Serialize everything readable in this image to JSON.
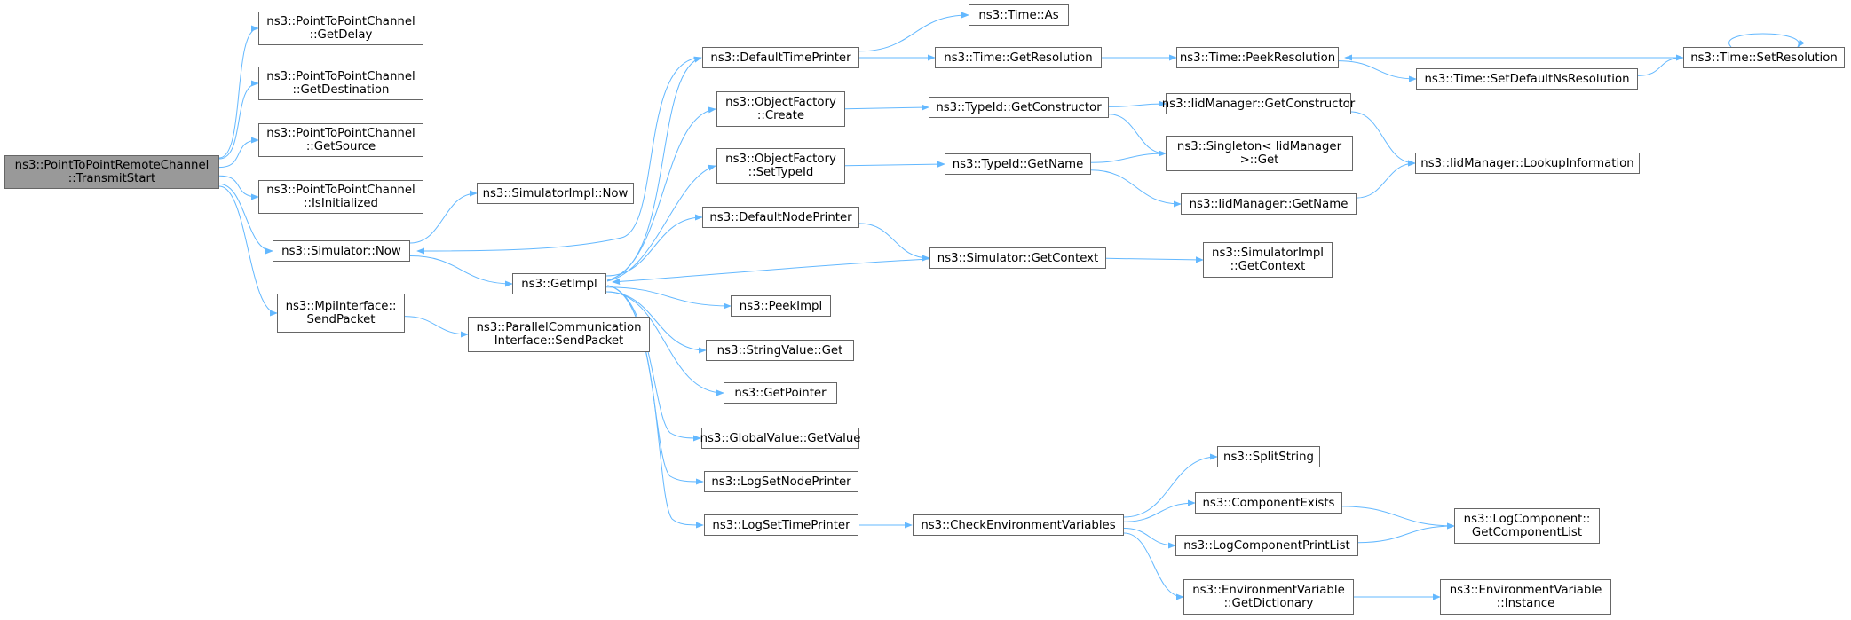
{
  "colors": {
    "edge": "#63B8FF",
    "node_border": "#666666",
    "root_fill": "#999999",
    "node_fill": "#FFFFFF",
    "text": "#000000"
  },
  "nodes": {
    "transmit_start": {
      "lines": [
        "ns3::PointToPointRemoteChannel",
        "::TransmitStart"
      ],
      "root": true
    },
    "p2p_getdelay": {
      "lines": [
        "ns3::PointToPointChannel",
        "::GetDelay"
      ]
    },
    "p2p_getdestination": {
      "lines": [
        "ns3::PointToPointChannel",
        "::GetDestination"
      ]
    },
    "p2p_getsource": {
      "lines": [
        "ns3::PointToPointChannel",
        "::GetSource"
      ]
    },
    "p2p_isinitialized": {
      "lines": [
        "ns3::PointToPointChannel",
        "::IsInitialized"
      ]
    },
    "simulator_now": {
      "lines": [
        "ns3::Simulator::Now"
      ]
    },
    "mpi_sendpacket": {
      "lines": [
        "ns3::MpiInterface::",
        "SendPacket"
      ]
    },
    "simimpl_now": {
      "lines": [
        "ns3::SimulatorImpl::Now"
      ]
    },
    "getimpl": {
      "lines": [
        "ns3::GetImpl"
      ]
    },
    "parallel_sendpacket": {
      "lines": [
        "ns3::ParallelCommunication",
        "Interface::SendPacket"
      ]
    },
    "default_time_printer": {
      "lines": [
        "ns3::DefaultTimePrinter"
      ]
    },
    "objfactory_create": {
      "lines": [
        "ns3::ObjectFactory",
        "::Create"
      ]
    },
    "objfactory_settypeid": {
      "lines": [
        "ns3::ObjectFactory",
        "::SetTypeId"
      ]
    },
    "default_node_printer": {
      "lines": [
        "ns3::DefaultNodePrinter"
      ]
    },
    "peekimpl": {
      "lines": [
        "ns3::PeekImpl"
      ]
    },
    "stringvalue_get": {
      "lines": [
        "ns3::StringValue::Get"
      ]
    },
    "getpointer": {
      "lines": [
        "ns3::GetPointer"
      ]
    },
    "globalvalue_getvalue": {
      "lines": [
        "ns3::GlobalValue::GetValue"
      ]
    },
    "logsetnodeprinter": {
      "lines": [
        "ns3::LogSetNodePrinter"
      ]
    },
    "logsettimeprinter": {
      "lines": [
        "ns3::LogSetTimePrinter"
      ]
    },
    "time_as": {
      "lines": [
        "ns3::Time::As"
      ]
    },
    "time_getresolution": {
      "lines": [
        "ns3::Time::GetResolution"
      ]
    },
    "typeid_getconstructor": {
      "lines": [
        "ns3::TypeId::GetConstructor"
      ]
    },
    "typeid_getname": {
      "lines": [
        "ns3::TypeId::GetName"
      ]
    },
    "simulator_getcontext": {
      "lines": [
        "ns3::Simulator::GetContext"
      ]
    },
    "check_env_vars": {
      "lines": [
        "ns3::CheckEnvironmentVariables"
      ]
    },
    "time_peekresolution": {
      "lines": [
        "ns3::Time::PeekResolution"
      ]
    },
    "iid_getconstructor": {
      "lines": [
        "ns3::IidManager::GetConstructor"
      ]
    },
    "singleton_get": {
      "lines": [
        "ns3::Singleton< IidManager",
        ">::Get"
      ]
    },
    "iid_getname": {
      "lines": [
        "ns3::IidManager::GetName"
      ]
    },
    "simimpl_getcontext": {
      "lines": [
        "ns3::SimulatorImpl",
        "::GetContext"
      ]
    },
    "splitstring": {
      "lines": [
        "ns3::SplitString"
      ]
    },
    "componentexists": {
      "lines": [
        "ns3::ComponentExists"
      ]
    },
    "logcomponentprintlist": {
      "lines": [
        "ns3::LogComponentPrintList"
      ]
    },
    "envvar_getdictionary": {
      "lines": [
        "ns3::EnvironmentVariable",
        "::GetDictionary"
      ]
    },
    "time_setdefaultnsresolution": {
      "lines": [
        "ns3::Time::SetDefaultNsResolution"
      ]
    },
    "iid_lookupinformation": {
      "lines": [
        "ns3::IidManager::LookupInformation"
      ]
    },
    "logcomponent_getcomponentlist": {
      "lines": [
        "ns3::LogComponent::",
        "GetComponentList"
      ]
    },
    "envvar_instance": {
      "lines": [
        "ns3::EnvironmentVariable",
        "::Instance"
      ]
    },
    "time_setresolution": {
      "lines": [
        "ns3::Time::SetResolution"
      ]
    }
  },
  "edges": [
    [
      "transmit_start",
      "p2p_getdelay"
    ],
    [
      "transmit_start",
      "p2p_getdestination"
    ],
    [
      "transmit_start",
      "p2p_getsource"
    ],
    [
      "transmit_start",
      "p2p_isinitialized"
    ],
    [
      "transmit_start",
      "simulator_now"
    ],
    [
      "transmit_start",
      "mpi_sendpacket"
    ],
    [
      "simulator_now",
      "simimpl_now"
    ],
    [
      "simulator_now",
      "getimpl"
    ],
    [
      "mpi_sendpacket",
      "parallel_sendpacket"
    ],
    [
      "getimpl",
      "default_time_printer"
    ],
    [
      "getimpl",
      "objfactory_create"
    ],
    [
      "getimpl",
      "objfactory_settypeid"
    ],
    [
      "getimpl",
      "default_node_printer"
    ],
    [
      "getimpl",
      "peekimpl"
    ],
    [
      "getimpl",
      "stringvalue_get"
    ],
    [
      "getimpl",
      "getpointer"
    ],
    [
      "getimpl",
      "globalvalue_getvalue"
    ],
    [
      "getimpl",
      "logsetnodeprinter"
    ],
    [
      "getimpl",
      "logsettimeprinter"
    ],
    [
      "default_time_printer",
      "simulator_now"
    ],
    [
      "default_time_printer",
      "time_as"
    ],
    [
      "default_time_printer",
      "time_getresolution"
    ],
    [
      "objfactory_create",
      "typeid_getconstructor"
    ],
    [
      "objfactory_settypeid",
      "typeid_getname"
    ],
    [
      "default_node_printer",
      "simulator_getcontext"
    ],
    [
      "simulator_getcontext",
      "getimpl"
    ],
    [
      "simulator_getcontext",
      "simimpl_getcontext"
    ],
    [
      "logsettimeprinter",
      "check_env_vars"
    ],
    [
      "time_getresolution",
      "time_peekresolution"
    ],
    [
      "typeid_getconstructor",
      "iid_getconstructor"
    ],
    [
      "typeid_getconstructor",
      "singleton_get"
    ],
    [
      "typeid_getname",
      "singleton_get"
    ],
    [
      "typeid_getname",
      "iid_getname"
    ],
    [
      "iid_getconstructor",
      "iid_lookupinformation"
    ],
    [
      "iid_getname",
      "iid_lookupinformation"
    ],
    [
      "check_env_vars",
      "splitstring"
    ],
    [
      "check_env_vars",
      "componentexists"
    ],
    [
      "check_env_vars",
      "logcomponentprintlist"
    ],
    [
      "check_env_vars",
      "envvar_getdictionary"
    ],
    [
      "time_peekresolution",
      "time_setdefaultnsresolution"
    ],
    [
      "time_setdefaultnsresolution",
      "time_setresolution"
    ],
    [
      "time_setresolution",
      "time_peekresolution"
    ],
    [
      "time_setresolution",
      "time_setresolution"
    ],
    [
      "componentexists",
      "logcomponent_getcomponentlist"
    ],
    [
      "logcomponentprintlist",
      "logcomponent_getcomponentlist"
    ],
    [
      "envvar_getdictionary",
      "envvar_instance"
    ]
  ]
}
